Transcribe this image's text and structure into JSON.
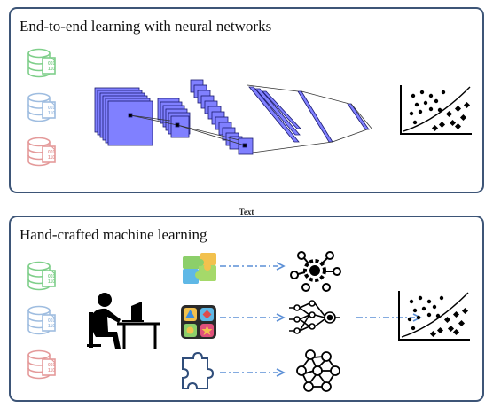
{
  "top_panel": {
    "title": "End-to-end learning with neural networks"
  },
  "middle_label": "Text",
  "bottom_panel": {
    "title": "Hand-crafted machine learning"
  },
  "database_icon_text": [
    "001",
    "110"
  ],
  "colors": {
    "border": "#3d5577",
    "db_green": "#7fcf8a",
    "db_blue": "#9fbde0",
    "db_red": "#e49a9a",
    "cnn_fill": "#8080ff",
    "arrow": "#5b8fd6"
  }
}
